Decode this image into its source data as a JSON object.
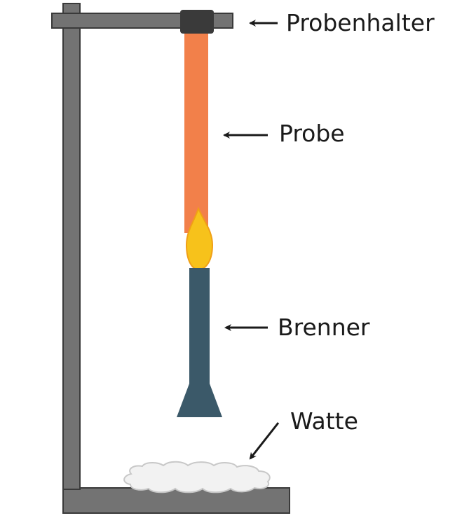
{
  "labels": {
    "probenhalter": "Probenhalter",
    "probe": "Probe",
    "brenner": "Brenner",
    "watte": "Watte"
  },
  "colors": {
    "stand": "#737373",
    "stand_outline": "#3a3a3a",
    "holder": "#3a3a3a",
    "sample": "#f2804a",
    "flame": "#f7c21b",
    "flame_outline": "#f0a016",
    "burner": "#3b5969",
    "cotton": "#f2f2f2",
    "cotton_outline": "#c8c8c8",
    "arrow": "#1a1a1a"
  }
}
